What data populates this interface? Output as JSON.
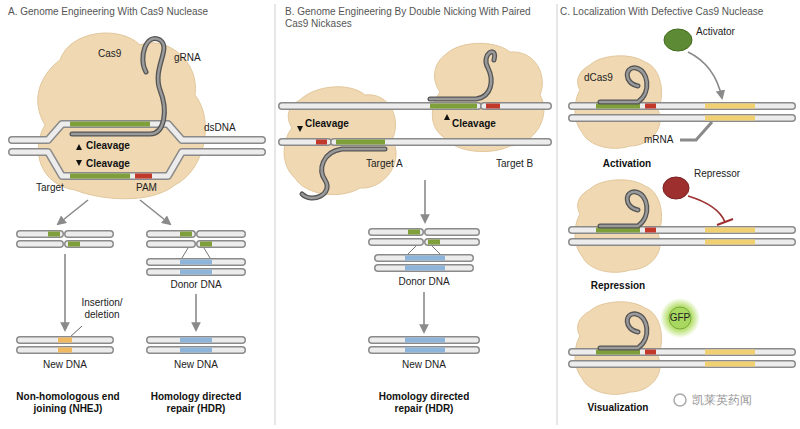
{
  "diagram": {
    "labels": [
      "A. Genome Engineering With Cas9 Nuclease",
      "Cas9",
      "gRNA",
      "dsDNA",
      "Cleavage",
      "Cleavage",
      "Target",
      "PAM",
      "Insertion/ deletion",
      "Donor DNA",
      "New DNA",
      "New DNA",
      "Non-homologous end joining (NHEJ)",
      "Homology directed repair (HDR)",
      "B. Genome Engineering By Double Nicking With Paired Cas9 Nickases",
      "Cleavage",
      "Cleavage",
      "Target A",
      "Target B",
      "Donor DNA",
      "New DNA",
      "Homology directed repair (HDR)",
      "C. Localization With Defective Cas9 Nuclease",
      "Activator",
      "dCas9",
      "mRNA",
      "Activation",
      "Repressor",
      "Repression",
      "GFP",
      "Visualization",
      "凯莱英药闻"
    ]
  }
}
